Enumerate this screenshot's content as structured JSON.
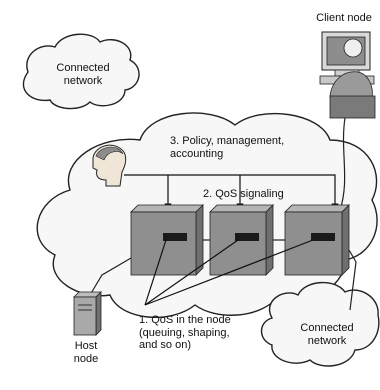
{
  "labels": {
    "client_node": "Client node",
    "connected_network_top": [
      "Connected",
      "network"
    ],
    "policy": [
      "3. Policy, management,",
      "accounting"
    ],
    "signaling": "2. QoS signaling",
    "host_node": [
      "Host",
      "node"
    ],
    "qos_in_node": [
      "1. QoS in the node",
      "(queuing, shaping,",
      "and so on)"
    ],
    "connected_network_bottom": [
      "Connected",
      "network"
    ]
  }
}
